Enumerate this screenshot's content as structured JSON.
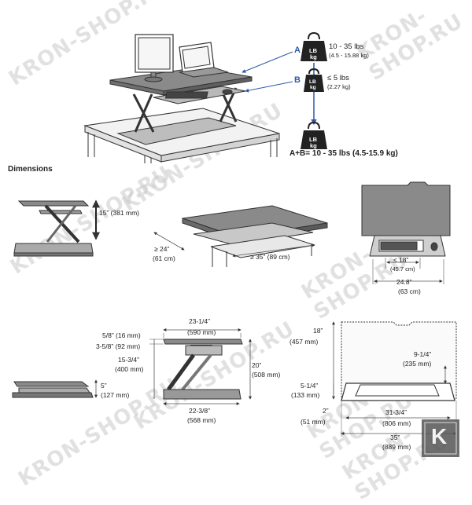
{
  "weights": {
    "label_a": "A",
    "label_b": "B",
    "a_range": "10 - 35 lbs",
    "a_metric": "(4.5 - 15.88 kg)",
    "b_range": "≤ 5 lbs",
    "b_metric": "(2.27 kg)",
    "total": "A+B= 10 - 35 lbs (4.5-15.9 kg)",
    "weight_tag": "LB\nkg",
    "weight_lb": "LB",
    "weight_kg": "kg"
  },
  "section_title": "Dimensions",
  "dims": {
    "height_raise": "15” (381 mm)",
    "depth_in": "≥ 24”",
    "depth_mm": "(61 cm)",
    "width_in": "≥ 35” (89 cm)",
    "kb_in": "≤ 18”",
    "kb_cm": "(45.7 cm)",
    "base_in": "24.8”",
    "base_cm": "(63 cm)",
    "side_top_in": "23-1/4”",
    "side_top_mm": "(590 mm)",
    "side_a": "5/8” (16 mm)",
    "side_b": "3-5/8” (92 mm)",
    "side_c_in": "15-3/4”",
    "side_c_mm": "(400 mm)",
    "side_h_in": "20”",
    "side_h_mm": "(508 mm)",
    "side_base_in": "22-3/8”",
    "side_base_mm": "(568 mm)",
    "collapsed_in": "5”",
    "collapsed_mm": "(127 mm)",
    "front_h_in": "18”",
    "front_h_mm": "(457 mm)",
    "front_kb_in": "9-1/4”",
    "front_kb_mm": "(235 mm)",
    "front_tray_in": "5-1/4”",
    "front_tray_mm": "(133 mm)",
    "front_low_in": "2”",
    "front_low_mm": "(51 mm)",
    "front_inner_in": "31-3/4”",
    "front_inner_mm": "(806 mm)",
    "front_w_in": "35”",
    "front_w_mm": "(889 mm)"
  },
  "watermark": "KRON-SHOP.RU",
  "badge": "K",
  "colors": {
    "accent": "#2b5aa8",
    "line": "#333333",
    "fill": "#d8d8d8",
    "dark": "#555555"
  }
}
